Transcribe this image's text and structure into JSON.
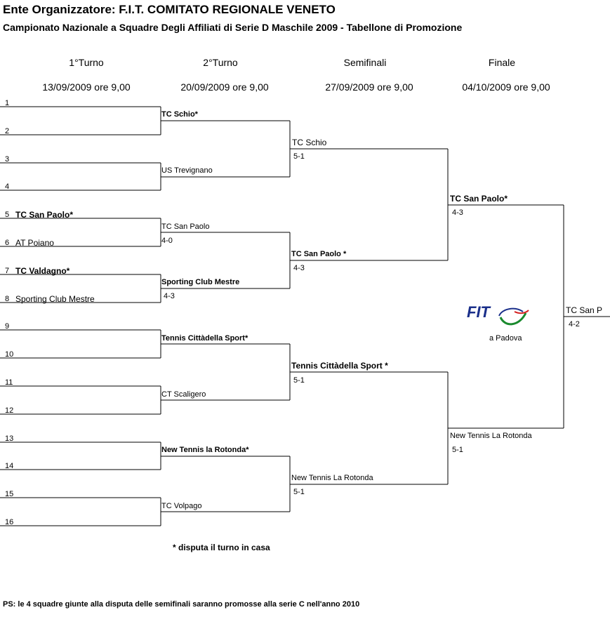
{
  "header": {
    "title": "Ente Organizzatore:   F.I.T.  COMITATO REGIONALE VENETO",
    "subtitle": "Campionato Nazionale a Squadre  Degli Affiliati di Serie D Maschile 2009 - Tabellone di Promozione"
  },
  "rounds": [
    {
      "name": "1°Turno",
      "date": "13/09/2009 ore 9,00"
    },
    {
      "name": "2°Turno",
      "date": "20/09/2009 ore 9,00"
    },
    {
      "name": "Semifinali",
      "date": "27/09/2009 ore 9,00"
    },
    {
      "name": "Finale",
      "date": "04/10/2009 ore 9,00"
    }
  ],
  "round1": [
    {
      "num": "1",
      "team": ""
    },
    {
      "num": "2",
      "team": ""
    },
    {
      "num": "3",
      "team": ""
    },
    {
      "num": "4",
      "team": ""
    },
    {
      "num": "5",
      "team": "TC San Paolo*"
    },
    {
      "num": "6",
      "team": "AT Poiano"
    },
    {
      "num": "7",
      "team": "TC Valdagno*"
    },
    {
      "num": "8",
      "team": "Sporting Club Mestre"
    },
    {
      "num": "9",
      "team": ""
    },
    {
      "num": "10",
      "team": ""
    },
    {
      "num": "11",
      "team": ""
    },
    {
      "num": "12",
      "team": ""
    },
    {
      "num": "13",
      "team": ""
    },
    {
      "num": "14",
      "team": ""
    },
    {
      "num": "15",
      "team": ""
    },
    {
      "num": "16",
      "team": ""
    }
  ],
  "round2": [
    {
      "team": "TC Schio*",
      "score": ""
    },
    {
      "team": "US Trevignano",
      "score": ""
    },
    {
      "team": "TC San Paolo",
      "score": "4-0"
    },
    {
      "team": "Sporting Club Mestre",
      "score": "4-3"
    },
    {
      "team": "Tennis Cittàdella Sport*",
      "score": ""
    },
    {
      "team": "CT Scaligero",
      "score": ""
    },
    {
      "team": "New Tennis la Rotonda*",
      "score": ""
    },
    {
      "team": "TC Volpago",
      "score": ""
    }
  ],
  "semifinals": [
    {
      "team": "TC Schio",
      "score": "5-1"
    },
    {
      "team": "TC San Paolo *",
      "score": "4-3"
    },
    {
      "team": "Tennis Cittàdella Sport *",
      "score": "5-1"
    },
    {
      "team": "New Tennis La Rotonda",
      "score": "5-1"
    }
  ],
  "final": [
    {
      "team": "TC San Paolo*",
      "score": "4-3"
    },
    {
      "team": "New Tennis La Rotonda",
      "score": "5-1"
    }
  ],
  "winner": {
    "team": "TC San P",
    "score": "4-2"
  },
  "logo": {
    "text": "FIT",
    "caption": "a Padova",
    "colors": [
      "#1a2f8a",
      "#1a8a2e",
      "#d42020"
    ]
  },
  "footnote": "*  disputa il turno in casa",
  "ps": "PS: le 4 squadre giunte alla disputa delle semifinali saranno promosse alla serie C nell'anno 2010"
}
